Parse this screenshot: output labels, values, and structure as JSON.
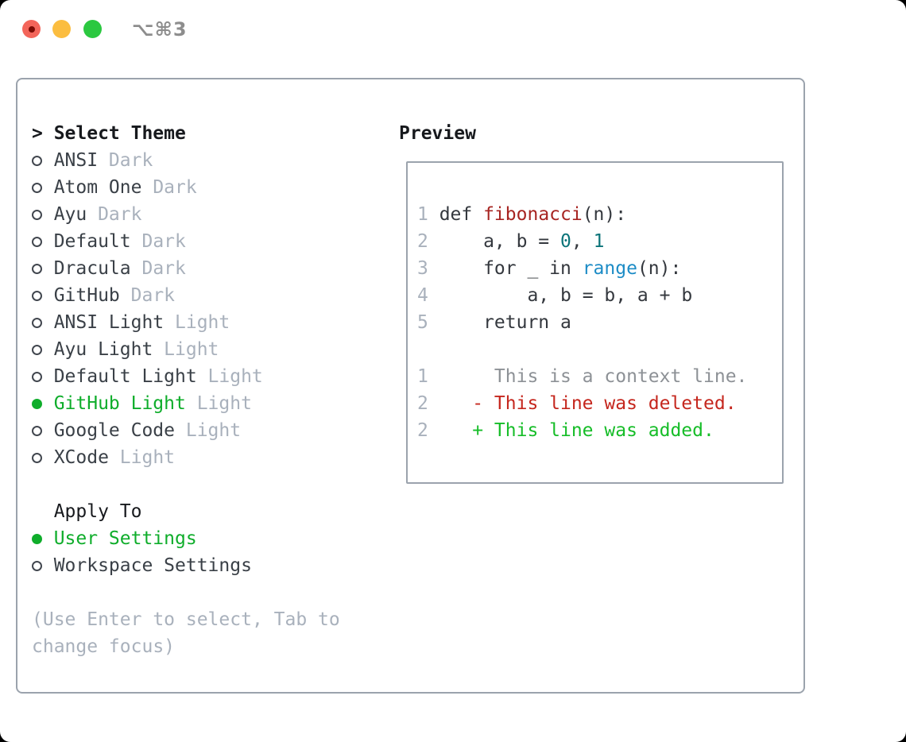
{
  "window": {
    "shortcut_label": "⌥⌘3"
  },
  "theme_list": {
    "prompt": ">",
    "header": "Select Theme",
    "items": [
      {
        "name": "ANSI",
        "variant": "Dark",
        "selected": false
      },
      {
        "name": "Atom One",
        "variant": "Dark",
        "selected": false
      },
      {
        "name": "Ayu",
        "variant": "Dark",
        "selected": false
      },
      {
        "name": "Default",
        "variant": "Dark",
        "selected": false
      },
      {
        "name": "Dracula",
        "variant": "Dark",
        "selected": false
      },
      {
        "name": "GitHub",
        "variant": "Dark",
        "selected": false
      },
      {
        "name": "ANSI Light",
        "variant": "Light",
        "selected": false
      },
      {
        "name": "Ayu Light",
        "variant": "Light",
        "selected": false
      },
      {
        "name": "Default Light",
        "variant": "Light",
        "selected": false
      },
      {
        "name": "GitHub Light",
        "variant": "Light",
        "selected": true
      },
      {
        "name": "Google Code",
        "variant": "Light",
        "selected": false
      },
      {
        "name": "XCode",
        "variant": "Light",
        "selected": false
      }
    ]
  },
  "apply_to": {
    "header": "Apply To",
    "options": [
      {
        "label": "User Settings",
        "selected": true
      },
      {
        "label": "Workspace Settings",
        "selected": false
      }
    ]
  },
  "help": {
    "line1": "(Use Enter to select, Tab to",
    "line2": "change focus)"
  },
  "preview": {
    "header": "Preview",
    "code_lines": [
      {
        "num": "1",
        "segments": [
          {
            "t": "def ",
            "role": "code"
          },
          {
            "t": "fibonacci",
            "role": "function"
          },
          {
            "t": "(n):",
            "role": "code"
          }
        ]
      },
      {
        "num": "2",
        "segments": [
          {
            "t": "    a, b = ",
            "role": "code"
          },
          {
            "t": "0",
            "role": "number"
          },
          {
            "t": ", ",
            "role": "code"
          },
          {
            "t": "1",
            "role": "number"
          }
        ]
      },
      {
        "num": "3",
        "segments": [
          {
            "t": "    for _ in ",
            "role": "code"
          },
          {
            "t": "range",
            "role": "builtin"
          },
          {
            "t": "(n):",
            "role": "code"
          }
        ]
      },
      {
        "num": "4",
        "segments": [
          {
            "t": "        a, b = b, a + b",
            "role": "code"
          }
        ]
      },
      {
        "num": "5",
        "segments": [
          {
            "t": "    return a",
            "role": "code"
          }
        ]
      }
    ],
    "diff_lines": [
      {
        "num": "1",
        "marker": "",
        "text": "This is a context line.",
        "type": "context"
      },
      {
        "num": "2",
        "marker": "-",
        "text": "This line was deleted.",
        "type": "deleted"
      },
      {
        "num": "2",
        "marker": "+",
        "text": "This line was added.",
        "type": "added"
      }
    ]
  },
  "colors": {
    "accent_green": "#0fad2b",
    "added_green": "#16bd28",
    "deleted_red": "#c5271e",
    "func_red": "#a72522",
    "number_teal": "#0c7479",
    "builtin_blue": "#1d8cc6",
    "context_gray": "#8d9196",
    "muted_gray": "#a9b1bc",
    "item_dark": "#3a4047",
    "code_dark": "#34383e",
    "header_dark": "#17191d",
    "panel_border": "#9ba3ad",
    "radio_ring": "#42474f",
    "traffic_red": "#f3655a",
    "traffic_red_dot": "#7b0b04",
    "traffic_yellow": "#fbbd40",
    "traffic_green": "#2bc840",
    "shortcut_gray": "#8d8d8d"
  }
}
